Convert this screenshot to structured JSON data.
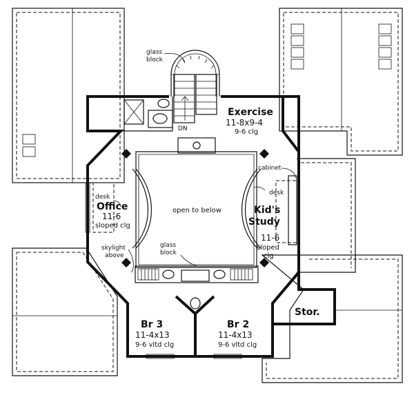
{
  "labels": {
    "glass_block_top": [
      "glass",
      "block"
    ],
    "exercise": {
      "name": "Exercise",
      "dim": "11-8x9-4",
      "clg": "9-6 clg"
    },
    "dn": "DN",
    "cabinet": "cabinet",
    "desk_right": "desk",
    "desk_left": "desk",
    "office": {
      "name": "Office",
      "dim": "11-6",
      "clg": "sloped clg"
    },
    "open_below": "open to below",
    "kids_study": {
      "name1": "Kid's",
      "name2": "Study",
      "dim": "11-6",
      "clg1": "sloped",
      "clg2": "clg"
    },
    "skylight": [
      "skylight",
      "above"
    ],
    "glass_block_bottom": [
      "glass",
      "block"
    ],
    "br3": {
      "name": "Br 3",
      "dim": "11-4x13",
      "clg": "9-6 vltd clg"
    },
    "br2": {
      "name": "Br 2",
      "dim": "11-4x13",
      "clg": "9-6 vltd clg"
    },
    "stor": "Stor."
  }
}
